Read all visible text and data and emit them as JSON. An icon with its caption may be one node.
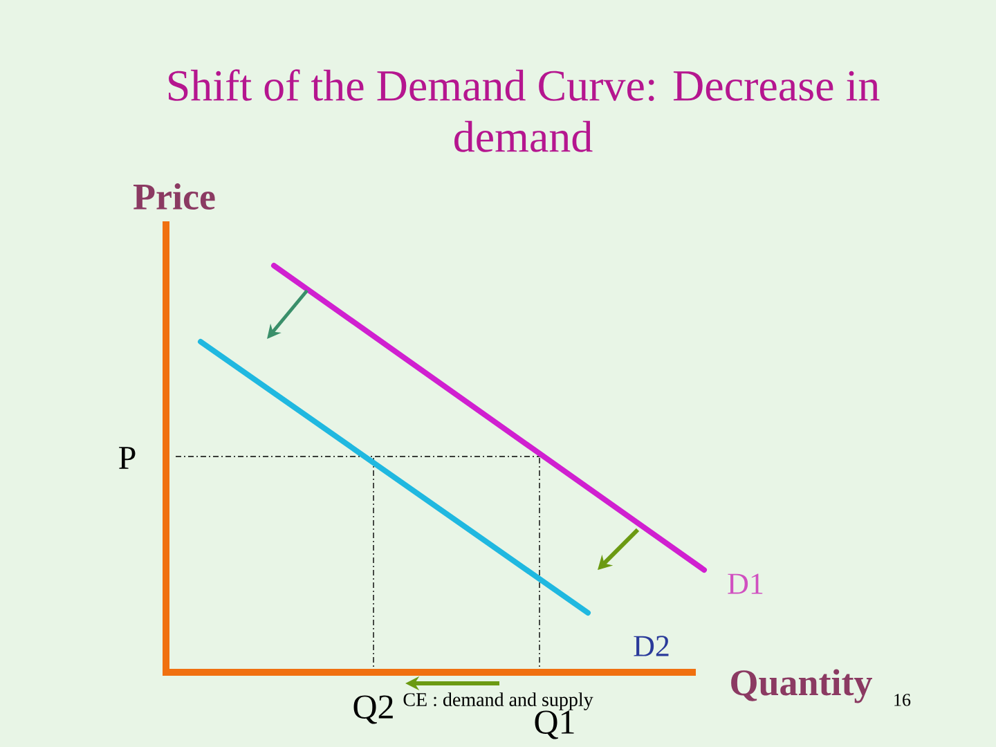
{
  "diagram": {
    "title": "Shift of the Demand Curve: Decrease in demand",
    "labels": [
      "Price",
      "P",
      "D1",
      "D2",
      "Q2",
      "CE : demand and supply",
      "Quantity",
      "16",
      "Q1"
    ]
  }
}
